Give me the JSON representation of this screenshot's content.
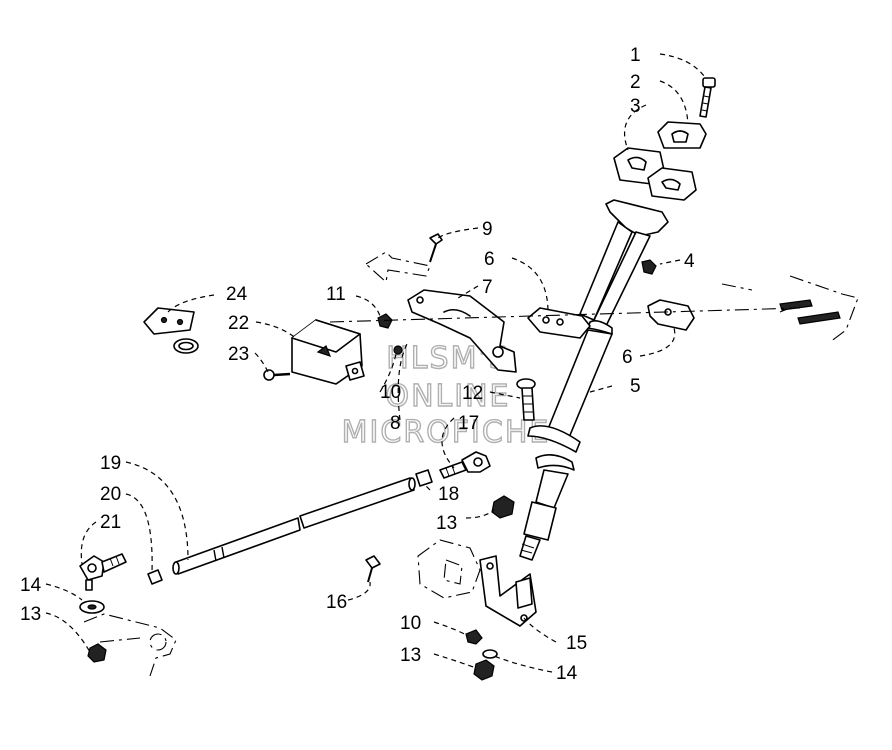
{
  "callouts": [
    "1",
    "2",
    "3",
    "4",
    "5",
    "6",
    "6",
    "7",
    "8",
    "9",
    "10",
    "10",
    "11",
    "12",
    "13",
    "13",
    "13",
    "14",
    "14",
    "15",
    "16",
    "17",
    "18",
    "19",
    "20",
    "21",
    "22",
    "23",
    "24"
  ],
  "watermark": {
    "line1": "HLSM'S",
    "line2": "ONLINE",
    "line3": "MICROFICHE"
  }
}
